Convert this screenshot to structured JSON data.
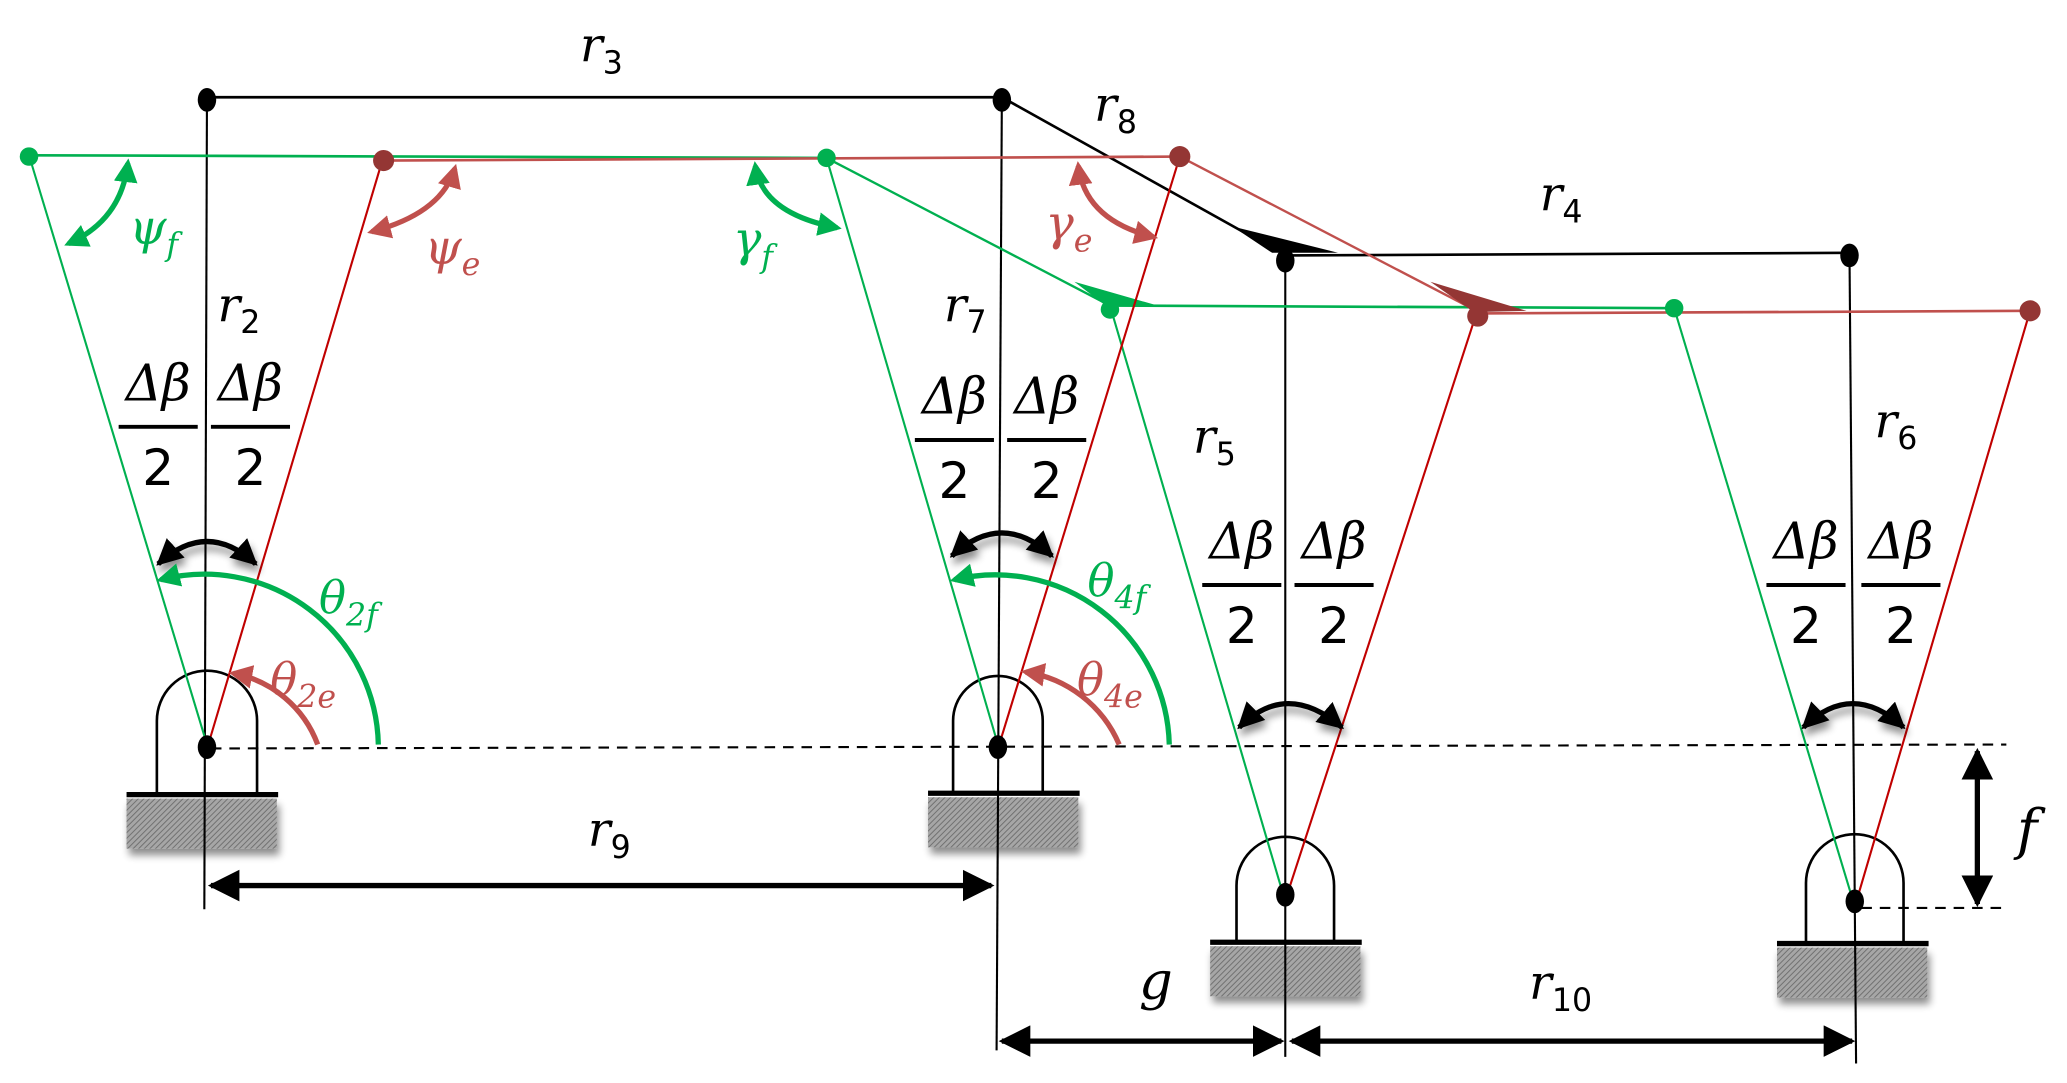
{
  "figure": {
    "description": "Kinematic diagram of a double four-bar linkage in flexed (green) and extended (red) configurations",
    "colors": {
      "base_linkage": "#000000",
      "flexed": "#00b050",
      "extended": "#c0504d",
      "extended_joint": "#943634",
      "ground": "#8c8c8c"
    },
    "link_labels": {
      "r2": {
        "base": "r",
        "sub": "2"
      },
      "r3": {
        "base": "r",
        "sub": "3"
      },
      "r4": {
        "base": "r",
        "sub": "4"
      },
      "r5": {
        "base": "r",
        "sub": "5"
      },
      "r6": {
        "base": "r",
        "sub": "6"
      },
      "r7": {
        "base": "r",
        "sub": "7"
      },
      "r8": {
        "base": "r",
        "sub": "8"
      },
      "r9": {
        "base": "r",
        "sub": "9"
      },
      "r10": {
        "base": "r",
        "sub": "10"
      }
    },
    "angle_labels": {
      "psi_f": {
        "base": "ψ",
        "sub": "f"
      },
      "psi_e": {
        "base": "ψ",
        "sub": "e"
      },
      "gamma_f": {
        "base": "γ",
        "sub": "f"
      },
      "gamma_e": {
        "base": "γ",
        "sub": "e"
      },
      "theta_2f": {
        "base": "θ",
        "sub": "2f"
      },
      "theta_2e": {
        "base": "θ",
        "sub": "2e"
      },
      "theta_4f": {
        "base": "θ",
        "sub": "4f"
      },
      "theta_4e": {
        "base": "θ",
        "sub": "4e"
      }
    },
    "half_angle": {
      "numerator": "Δβ",
      "denominator": "2"
    },
    "offset_labels": {
      "f": "f",
      "g": "g"
    }
  }
}
